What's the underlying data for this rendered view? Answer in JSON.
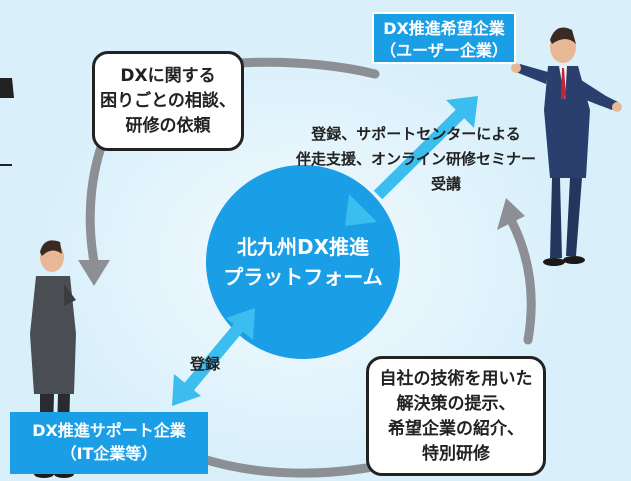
{
  "platform": {
    "line1": "北九州DX推進",
    "line2": "プラットフォーム"
  },
  "user_company": {
    "line1": "DX推進希望企業",
    "line2": "（ユーザー企業）"
  },
  "support_company": {
    "line1": "DX推進サポート企業",
    "line2": "（IT企業等）"
  },
  "bubble_left": {
    "line1": "DXに関する",
    "line2": "困りごとの相談、",
    "line3": "研修の依頼"
  },
  "bubble_right": {
    "line1": "自社の技術を用いた",
    "line2": "解決策の提示、",
    "line3": "希望企業の紹介、",
    "line4": "特別研修"
  },
  "arrow_label_top": {
    "line1": "登録、サポートセンターによる",
    "line2": "伴走支援、オンライン研修セミナー",
    "line3": "受講"
  },
  "arrow_label_bottom": "登録",
  "colors": {
    "background": "#d9f0fb",
    "accent_blue": "#1a9ee6",
    "arrow_cyan": "#3bbdf0",
    "cycle_gray": "#8c8f93"
  }
}
